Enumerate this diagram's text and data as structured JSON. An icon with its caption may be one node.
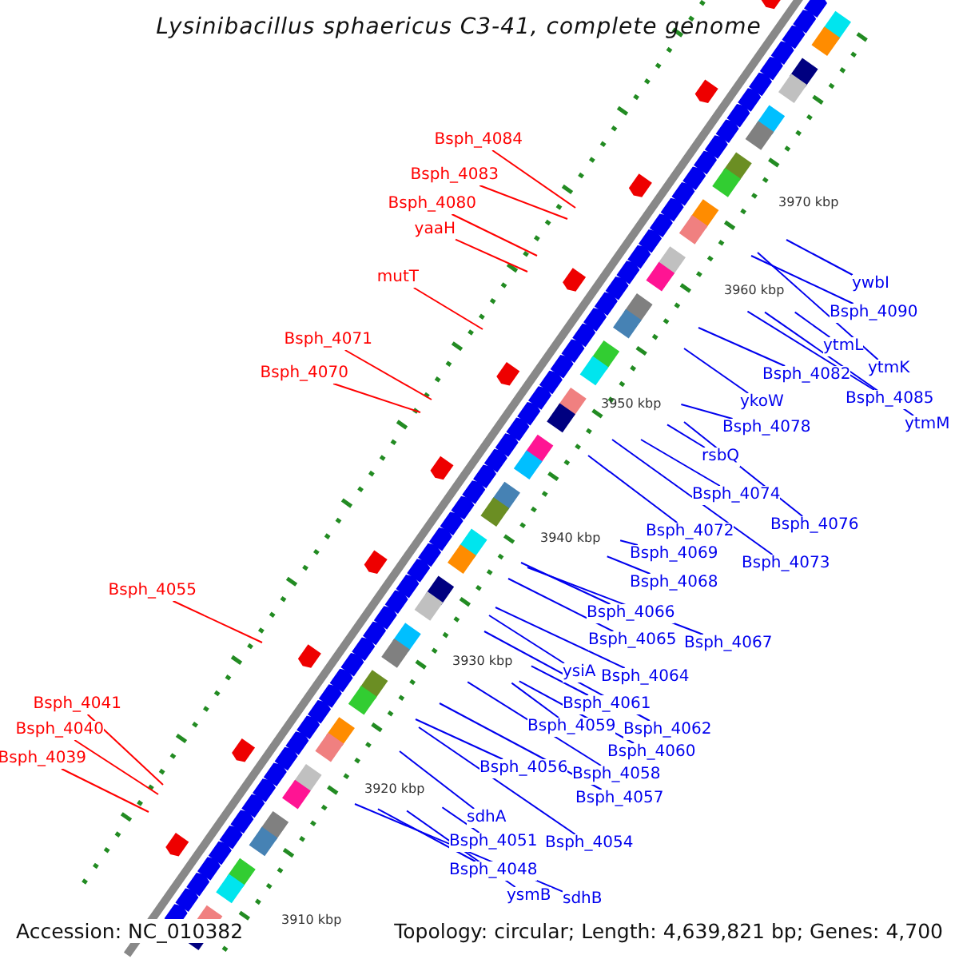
{
  "diagram": {
    "title": "Lysinibacillus sphaericus C3-41, complete genome",
    "nodes": [
      {
        "text": [
          "Bsph_4084"
        ]
      },
      {
        "text": [
          "Bsph_4083"
        ]
      },
      {
        "text": [
          "Bsph_4080"
        ]
      },
      {
        "text": [
          "yaaH"
        ]
      },
      {
        "text": [
          "mutT"
        ]
      },
      {
        "text": [
          "Bsph_4071"
        ]
      },
      {
        "text": [
          "Bsph_4070"
        ]
      },
      {
        "text": [
          "Bsph_4055"
        ]
      },
      {
        "text": [
          "Bsph_4041"
        ]
      },
      {
        "text": [
          "Bsph_4040"
        ]
      },
      {
        "text": [
          "Bsph_4039"
        ]
      },
      {
        "text": [
          "ywbI"
        ]
      },
      {
        "text": [
          "Bsph_4090"
        ]
      },
      {
        "text": [
          "ytmL"
        ]
      },
      {
        "text": [
          "ytmK"
        ]
      },
      {
        "text": [
          "Bsph_4082"
        ]
      },
      {
        "text": [
          "Bsph_4085"
        ]
      },
      {
        "text": [
          "ytmM"
        ]
      },
      {
        "text": [
          "ykoW"
        ]
      },
      {
        "text": [
          "Bsph_4078"
        ]
      },
      {
        "text": [
          "rsbQ"
        ]
      },
      {
        "text": [
          "Bsph_4074"
        ]
      },
      {
        "text": [
          "Bsph_4076"
        ]
      },
      {
        "text": [
          "Bsph_4072"
        ]
      },
      {
        "text": [
          "Bsph_4073"
        ]
      },
      {
        "text": [
          "Bsph_4069"
        ]
      },
      {
        "text": [
          "Bsph_4068"
        ]
      },
      {
        "text": [
          "Bsph_4066"
        ]
      },
      {
        "text": [
          "Bsph_4065"
        ]
      },
      {
        "text": [
          "Bsph_4067"
        ]
      },
      {
        "text": [
          "ysiA"
        ]
      },
      {
        "text": [
          "Bsph_4064"
        ]
      },
      {
        "text": [
          "Bsph_4061"
        ]
      },
      {
        "text": [
          "Bsph_4059"
        ]
      },
      {
        "text": [
          "Bsph_4062"
        ]
      },
      {
        "text": [
          "Bsph_4060"
        ]
      },
      {
        "text": [
          "Bsph_4056"
        ]
      },
      {
        "text": [
          "Bsph_4058"
        ]
      },
      {
        "text": [
          "Bsph_4057"
        ]
      },
      {
        "text": [
          "sdhA"
        ]
      },
      {
        "text": [
          "Bsph_4051"
        ]
      },
      {
        "text": [
          "Bsph_4054"
        ]
      },
      {
        "text": [
          "Bsph_4048"
        ]
      },
      {
        "text": [
          "ysmB"
        ]
      },
      {
        "text": [
          "sdhB"
        ]
      }
    ],
    "edges": [
      {
        "from": 0,
        "to": null,
        "arrow": "none",
        "color": "#ff0000"
      },
      {
        "from": 1,
        "to": null,
        "arrow": "none",
        "color": "#ff0000"
      },
      {
        "from": 2,
        "to": null,
        "arrow": "none",
        "color": "#ff0000"
      },
      {
        "from": 3,
        "to": null,
        "arrow": "none",
        "color": "#ff0000"
      },
      {
        "from": 4,
        "to": null,
        "arrow": "none",
        "color": "#ff0000"
      },
      {
        "from": 5,
        "to": null,
        "arrow": "none",
        "color": "#ff0000"
      },
      {
        "from": 6,
        "to": null,
        "arrow": "none",
        "color": "#ff0000"
      },
      {
        "from": 7,
        "to": null,
        "arrow": "none",
        "color": "#ff0000"
      },
      {
        "from": 8,
        "to": null,
        "arrow": "none",
        "color": "#ff0000"
      },
      {
        "from": 9,
        "to": null,
        "arrow": "none",
        "color": "#ff0000"
      },
      {
        "from": 10,
        "to": null,
        "arrow": "none",
        "color": "#ff0000"
      },
      {
        "from": 11,
        "to": null,
        "arrow": "none"
      },
      {
        "from": 12,
        "to": null,
        "arrow": "none"
      },
      {
        "from": 13,
        "to": null,
        "arrow": "none"
      },
      {
        "from": 14,
        "to": null,
        "arrow": "none"
      },
      {
        "from": 15,
        "to": null,
        "arrow": "none"
      },
      {
        "from": 16,
        "to": null,
        "arrow": "none"
      },
      {
        "from": 17,
        "to": null,
        "arrow": "none"
      },
      {
        "from": 18,
        "to": null,
        "arrow": "none"
      },
      {
        "from": 19,
        "to": null,
        "arrow": "none"
      },
      {
        "from": 20,
        "to": null,
        "arrow": "none"
      },
      {
        "from": 21,
        "to": null,
        "arrow": "none"
      },
      {
        "from": 22,
        "to": null,
        "arrow": "none"
      },
      {
        "from": 23,
        "to": null,
        "arrow": "none"
      },
      {
        "from": 24,
        "to": null,
        "arrow": "none"
      },
      {
        "from": 25,
        "to": null,
        "arrow": "none"
      },
      {
        "from": 26,
        "to": null,
        "arrow": "none"
      },
      {
        "from": 27,
        "to": null,
        "arrow": "none"
      },
      {
        "from": 28,
        "to": null,
        "arrow": "none"
      },
      {
        "from": 29,
        "to": null,
        "arrow": "none"
      },
      {
        "from": 30,
        "to": null,
        "arrow": "none"
      },
      {
        "from": 31,
        "to": null,
        "arrow": "none"
      },
      {
        "from": 32,
        "to": null,
        "arrow": "none"
      },
      {
        "from": 33,
        "to": null,
        "arrow": "none"
      },
      {
        "from": 34,
        "to": null,
        "arrow": "none"
      },
      {
        "from": 35,
        "to": null,
        "arrow": "none"
      },
      {
        "from": 36,
        "to": null,
        "arrow": "none"
      },
      {
        "from": 37,
        "to": null,
        "arrow": "none"
      },
      {
        "from": 38,
        "to": null,
        "arrow": "none"
      },
      {
        "from": 39,
        "to": null,
        "arrow": "none"
      },
      {
        "from": 40,
        "to": null,
        "arrow": "none"
      },
      {
        "from": 41,
        "to": null,
        "arrow": "none"
      },
      {
        "from": 42,
        "to": null,
        "arrow": "none"
      },
      {
        "from": 43,
        "to": null,
        "arrow": "none"
      },
      {
        "from": 44,
        "to": null,
        "arrow": "none"
      }
    ],
    "labels": [
      "3970 kbp",
      "3960 kbp",
      "3950 kbp",
      "3940 kbp",
      "3930 kbp",
      "3920 kbp",
      "3910 kbp",
      "Accession: NC_010382",
      "Topology: circular; Length: 4,639,821 bp; Genes: 4,700"
    ]
  }
}
